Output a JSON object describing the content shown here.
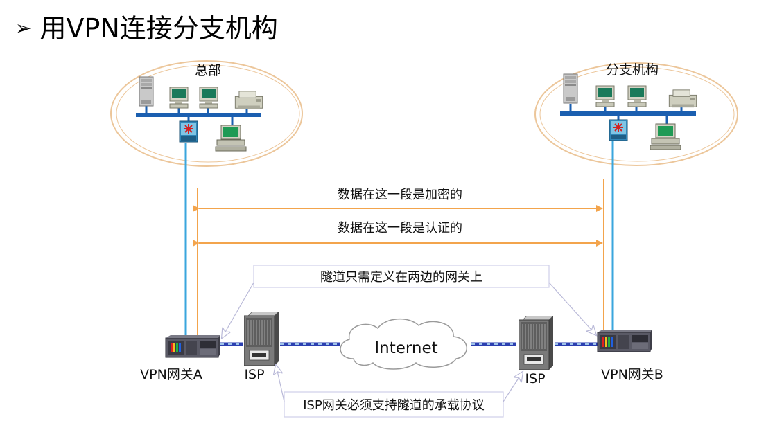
{
  "title": "用VPN连接分支机构",
  "sites": {
    "hq": "总部",
    "branch": "分支机构"
  },
  "annotations": {
    "encrypted": "数据在这一段是加密的",
    "authenticated": "数据在这一段是认证的",
    "tunnel_note": "隧道只需定义在两边的网关上",
    "isp_note": "ISP网关必须支持隧道的承载协议"
  },
  "devices": {
    "gateway_a": "VPN网关A",
    "gateway_b": "VPN网关B",
    "isp_left": "ISP",
    "isp_right": "ISP",
    "internet": "Internet"
  },
  "colors": {
    "lan_link": "#3aa6dd",
    "annotation_arrow": "#f3a44c",
    "tunnel_line": "#2b3fb0",
    "ellipse_border": "#ecc69a",
    "lan_bus": "#1b5fb0"
  },
  "icons": {
    "server": "server-icon",
    "workstation": "workstation-icon",
    "printer": "printer-icon",
    "switch": "switch-icon",
    "router": "router-icon",
    "cloud": "cloud-icon"
  }
}
